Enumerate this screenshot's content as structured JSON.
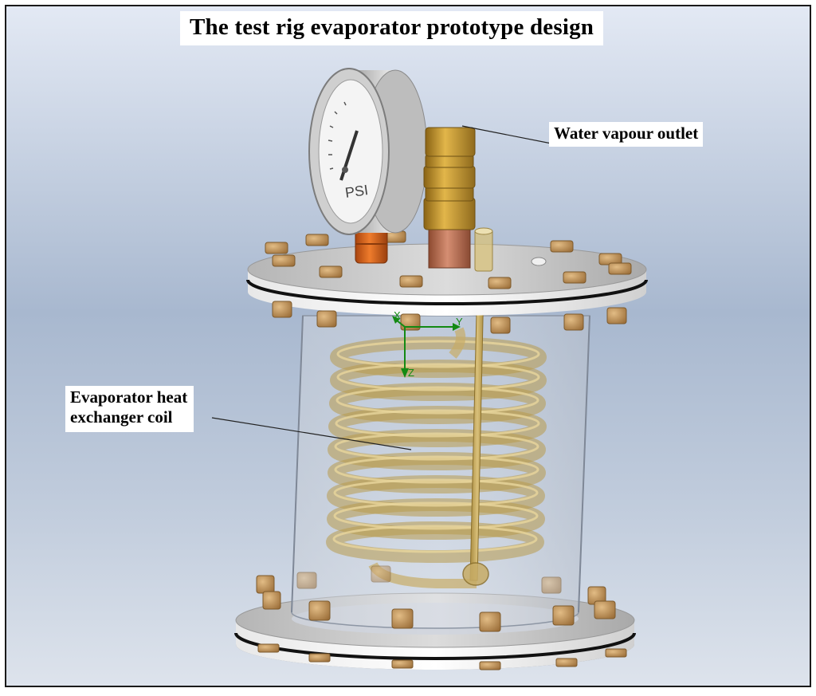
{
  "title": "The test rig evaporator prototype design",
  "labels": {
    "outlet": "Water vapour outlet",
    "coil_line1": "Evaporator heat",
    "coil_line2": "exchanger coil"
  },
  "axes": {
    "x": "X",
    "y": "Y",
    "z": "Z"
  },
  "gauge_unit": "PSI",
  "colors": {
    "background_top": "#dfe6f2",
    "background_mid": "#9fb1cb",
    "flange": "#c9c9c9",
    "bolt": "#b88a52",
    "brass": "#c99a2a",
    "copper": "#b86a4a",
    "orange_fitting": "#d2691e",
    "coil": "#c7ac66",
    "axis": "#138a13"
  }
}
